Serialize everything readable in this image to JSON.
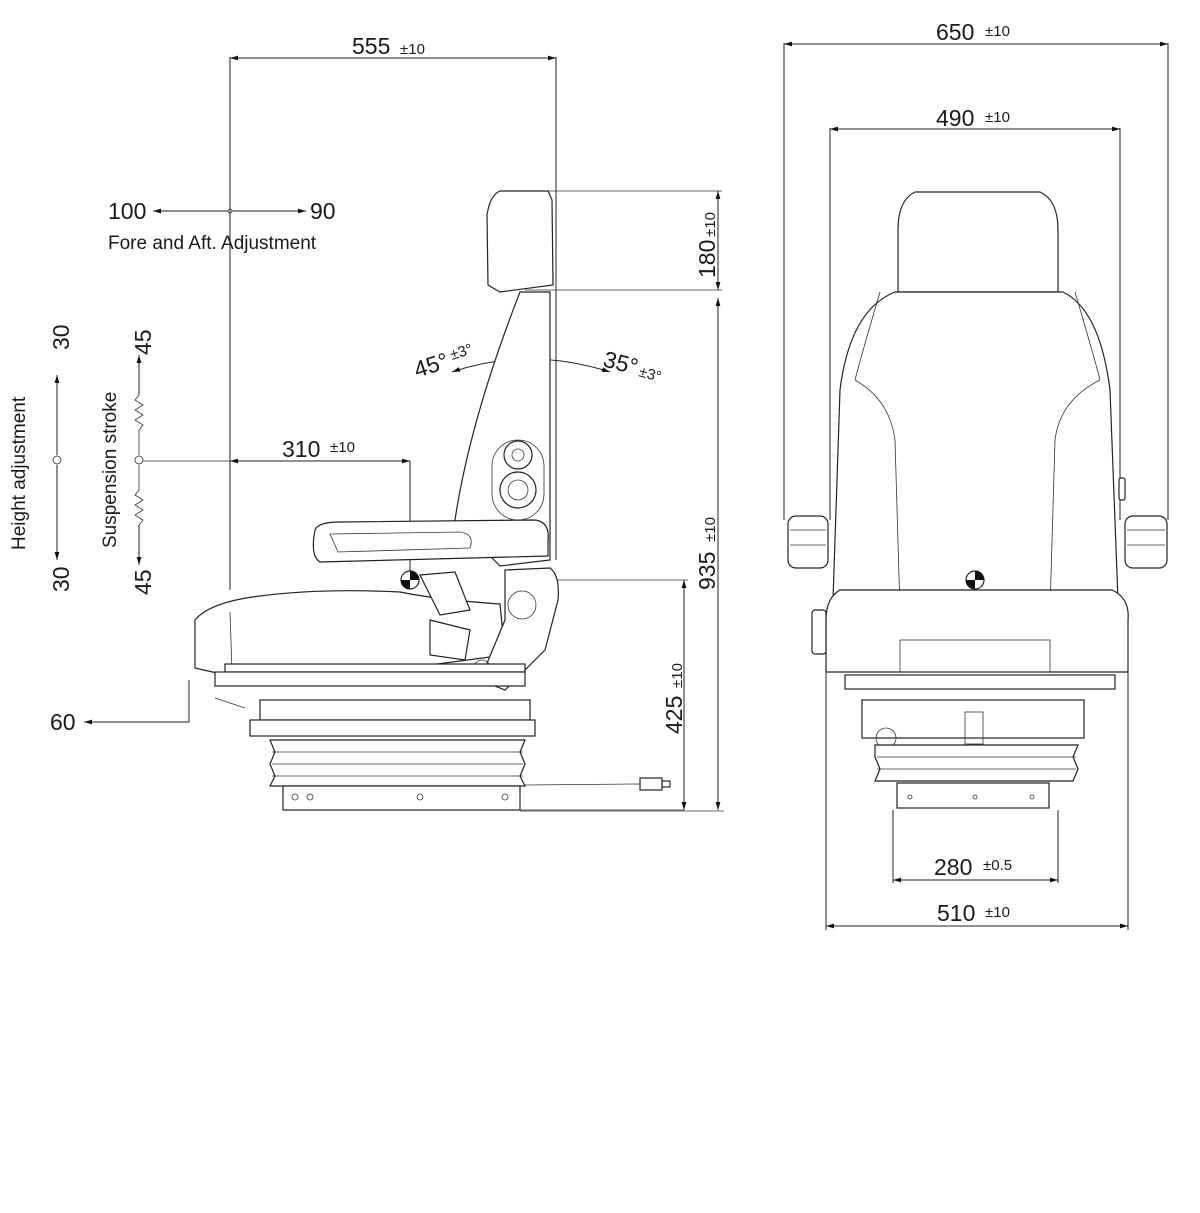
{
  "side_view": {
    "overall_depth": {
      "value": "555",
      "tol": "±10"
    },
    "fore_aft": {
      "left": "100",
      "right": "90",
      "label": "Fore and Aft. Adjustment"
    },
    "headrest_height": {
      "value": "180",
      "tol": "±10"
    },
    "backrest_angle_back": {
      "value": "45°",
      "tol": "±3°"
    },
    "backrest_angle_fwd": {
      "value": "35°",
      "tol": "±3°"
    },
    "seat_depth": {
      "value": "310",
      "tol": "±10"
    },
    "seat_height": {
      "value": "425",
      "tol": "±10"
    },
    "overall_height": {
      "value": "935",
      "tol": "±10"
    },
    "front_offset": {
      "value": "60"
    },
    "height_adjustment": {
      "label": "Height adjustment",
      "up": "30",
      "down": "30"
    },
    "suspension_stroke": {
      "label": "Suspension stroke",
      "up": "45",
      "down": "45"
    }
  },
  "front_view": {
    "overall_width": {
      "value": "650",
      "tol": "±10"
    },
    "backrest_width": {
      "value": "490",
      "tol": "±10"
    },
    "mount_width": {
      "value": "280",
      "tol": "±0.5"
    },
    "base_width": {
      "value": "510",
      "tol": "±10"
    }
  }
}
